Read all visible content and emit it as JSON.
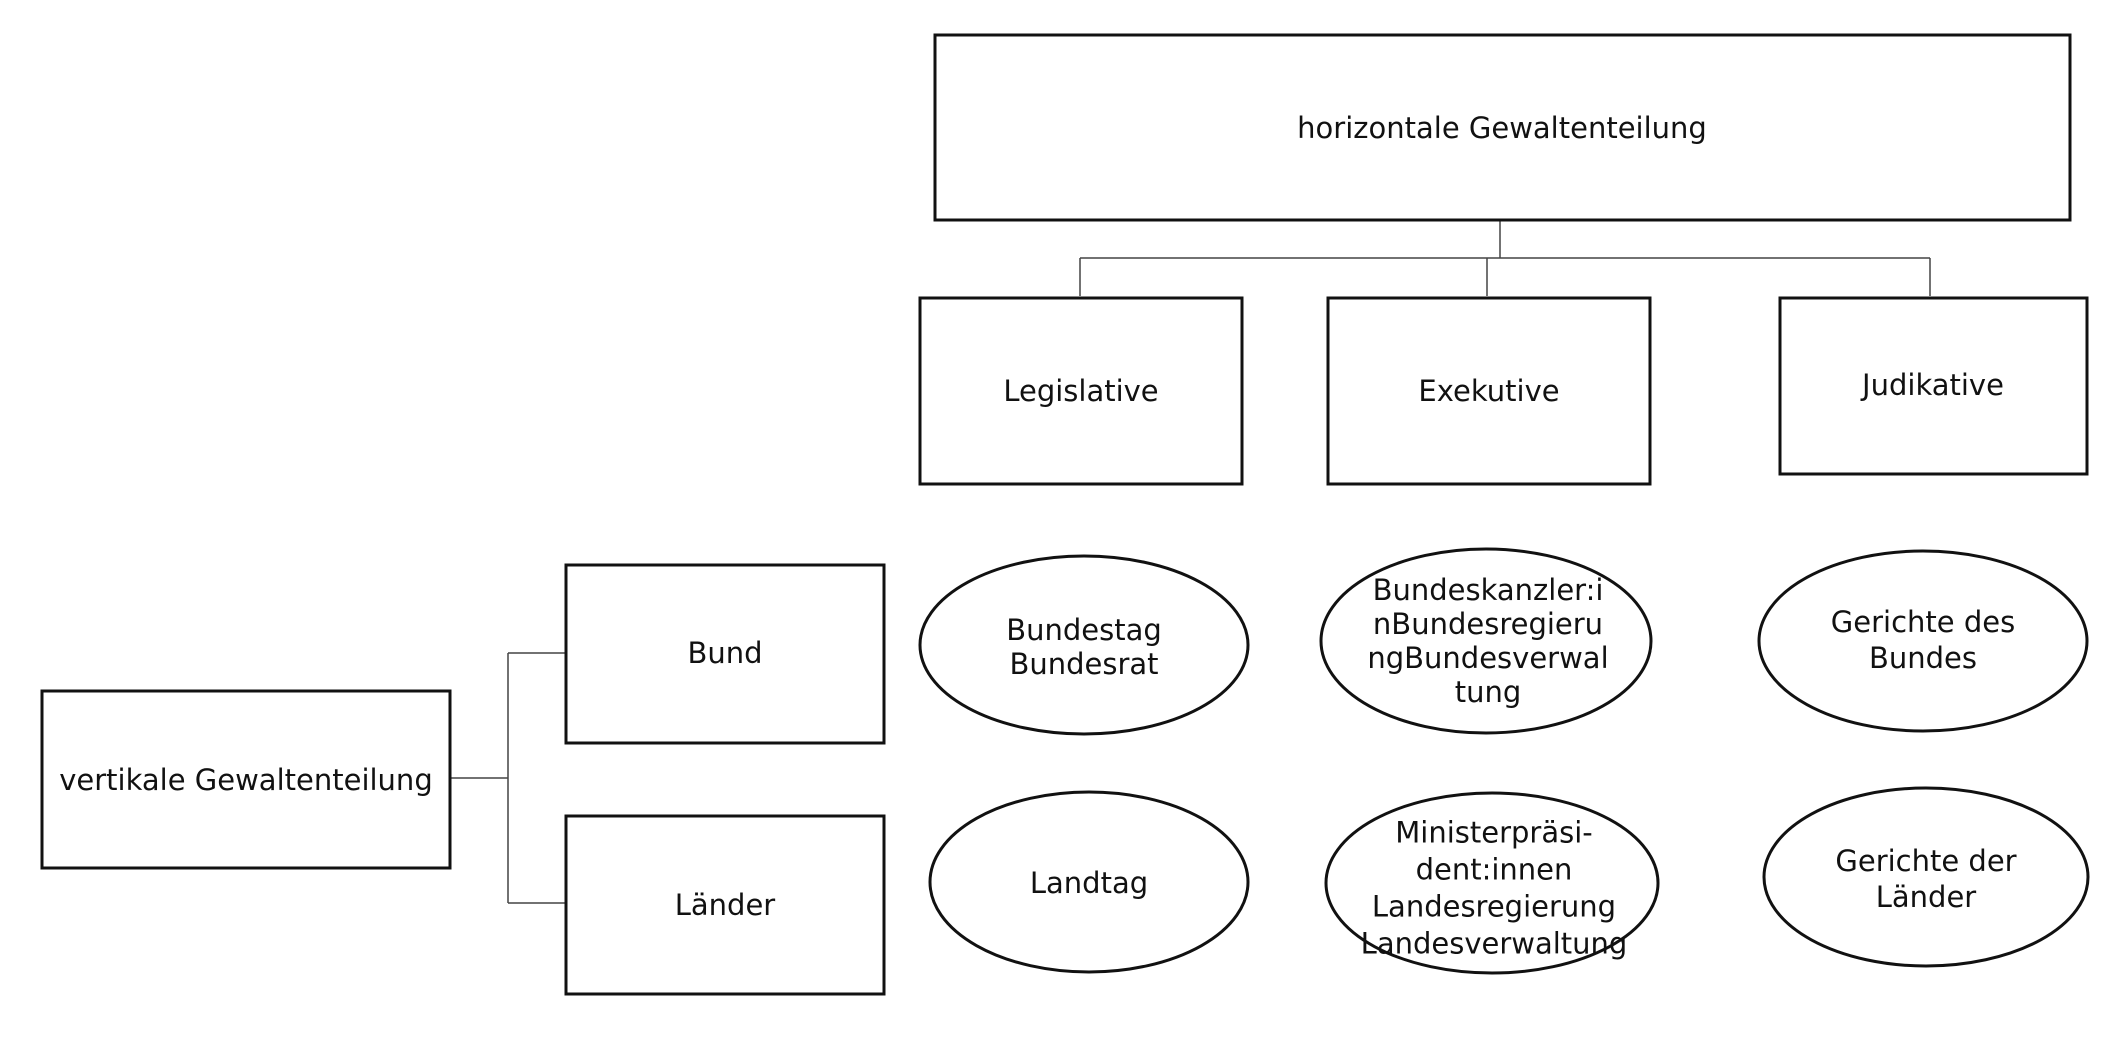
{
  "horizontal": {
    "title": "horizontale Gewaltenteilung",
    "branches": {
      "legislative": "Legislative",
      "executive": "Exekutive",
      "judicative": "Judikative"
    }
  },
  "vertical": {
    "title": "vertikale Gewaltenteilung",
    "levels": {
      "bund": "Bund",
      "laender": "Länder"
    }
  },
  "institutions": {
    "bund": {
      "legislative": [
        "Bundestag",
        "Bundesrat"
      ],
      "executive": [
        "Bundeskanzler:i",
        "nBundesregieru",
        "ngBundesverwal",
        "tung"
      ],
      "judicative": [
        "Gerichte des",
        "Bundes"
      ]
    },
    "laender": {
      "legislative": [
        "Landtag"
      ],
      "executive": [
        "Ministerpräsi-",
        "dent:innen",
        "Landesregierung",
        "Landesverwaltung"
      ],
      "judicative": [
        "Gerichte der",
        "Länder"
      ]
    }
  }
}
